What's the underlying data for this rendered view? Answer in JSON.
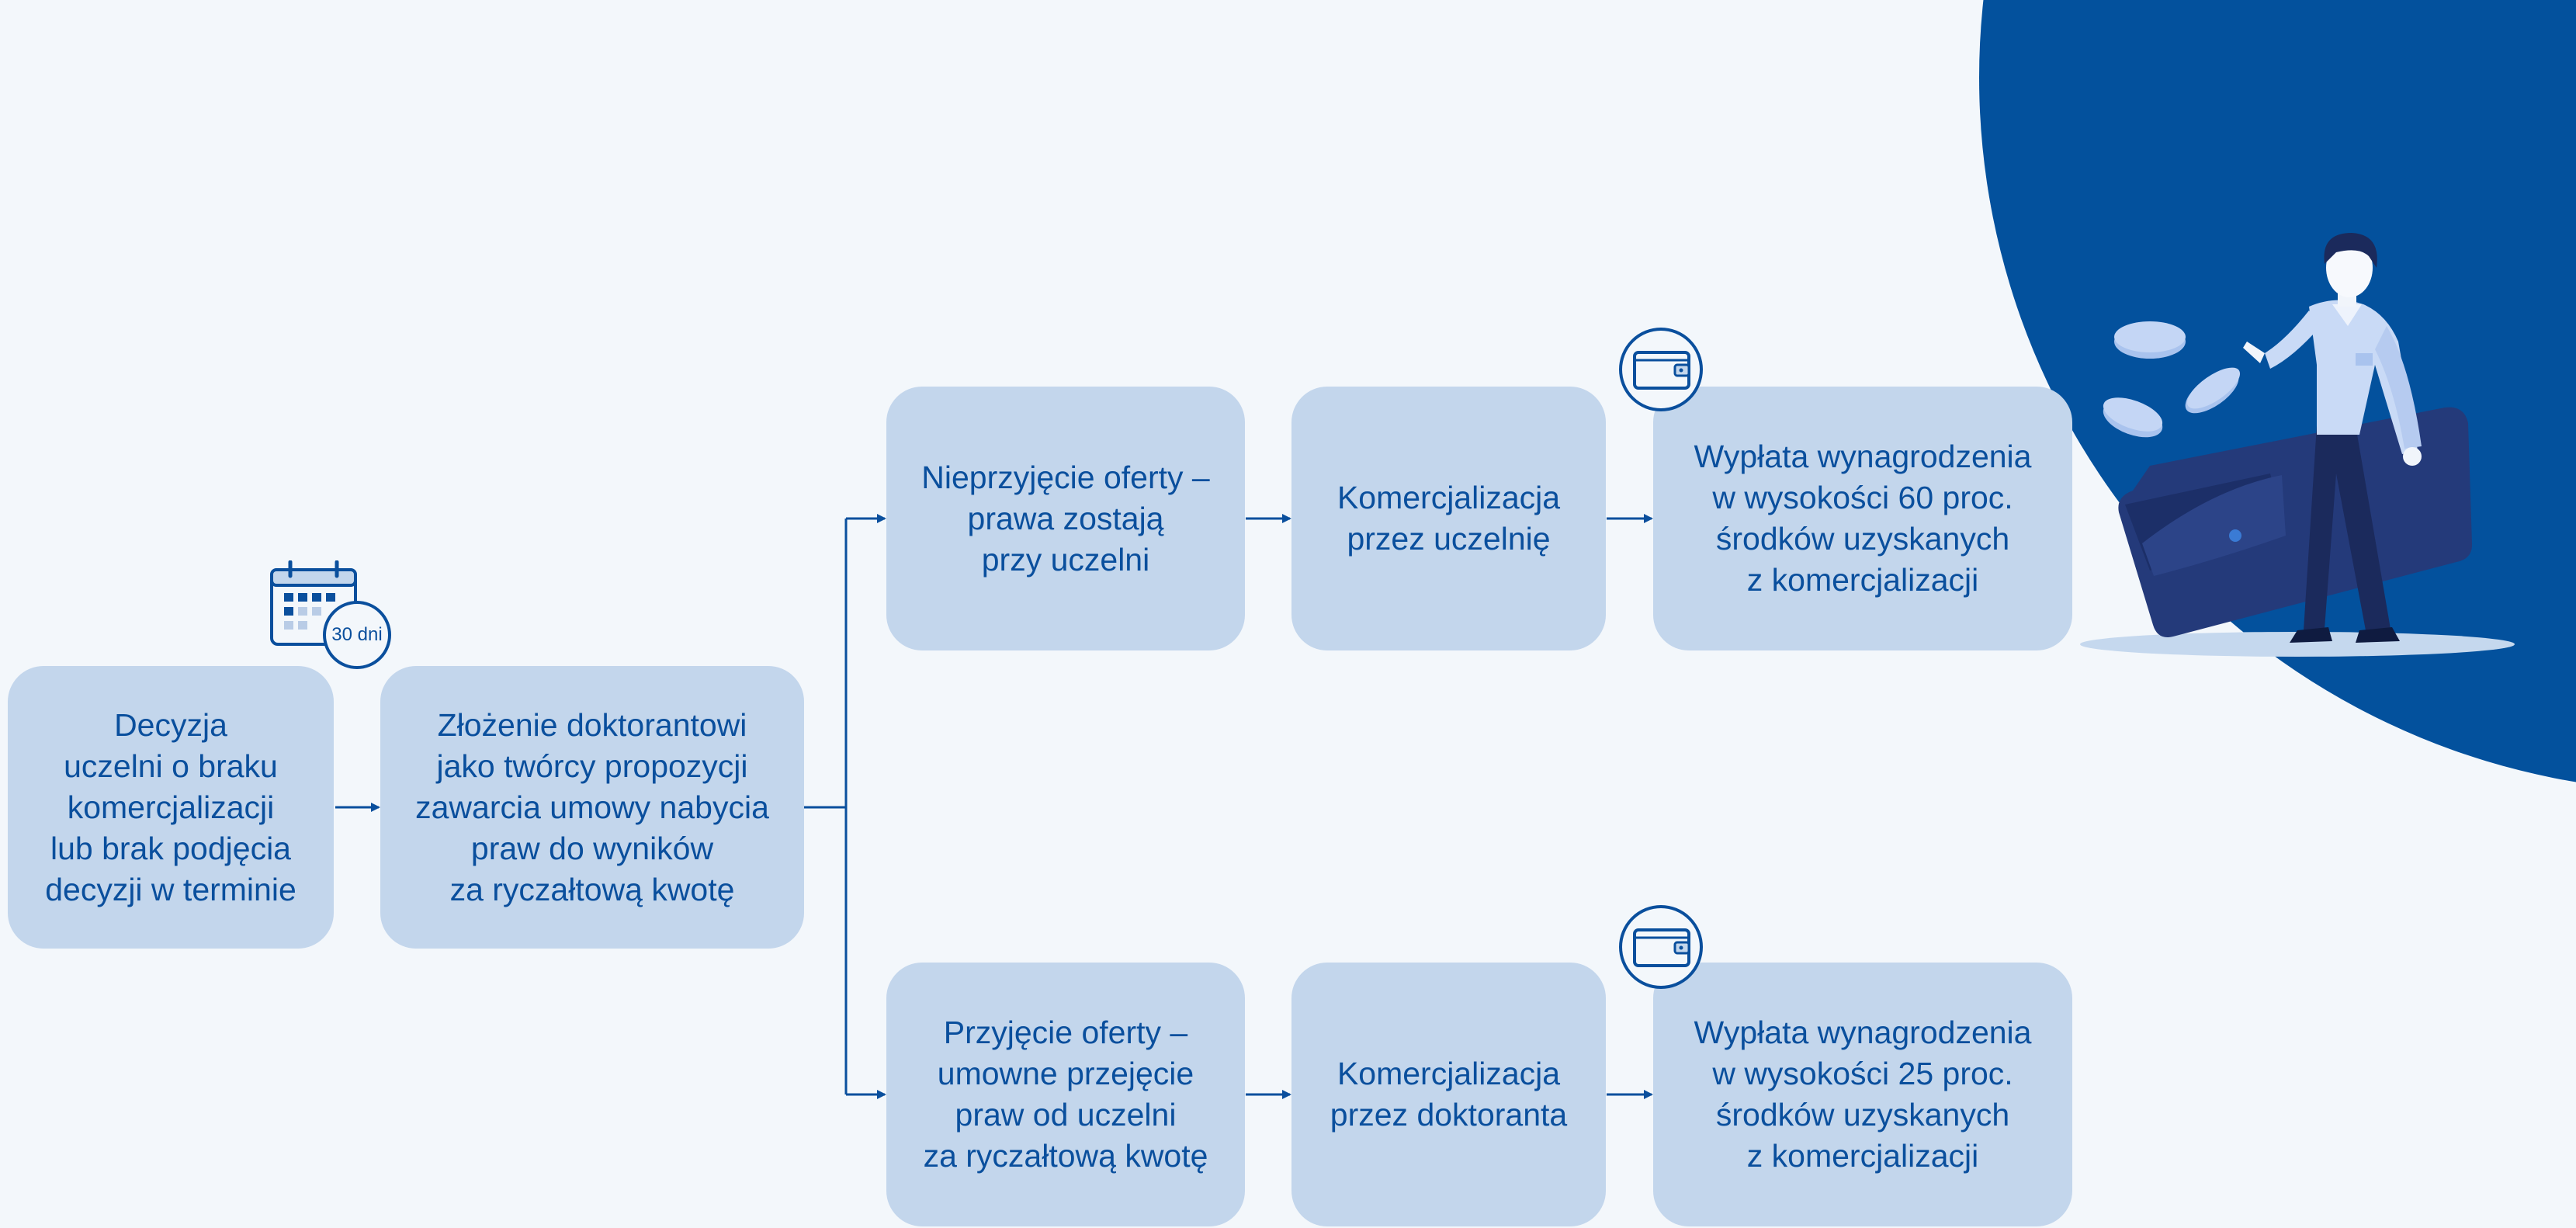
{
  "colors": {
    "background": "#f3f7fb",
    "box_fill": "#c3d6ec",
    "text": "#0a4f9d",
    "connector": "#0a4f9d",
    "accent_circle": "#03519d",
    "wallet_dark": "#243a7a"
  },
  "nodes": {
    "decision": "Decyzja\nuczelni o braku\nkomercjalizacji\nlub brak podjęcia\ndecyzji w terminie",
    "offer": "Złożenie doktorantowi\njako twórcy propozycji\nzawarcia umowy nabycia\npraw do wyników\nza ryczałtową kwotę",
    "reject": "Nieprzyjęcie oferty –\nprawa zostają\nprzy uczelni",
    "commercial_uni": "Komercjalizacja\nprzez uczelnię",
    "payout_60": "Wypłata wynagrodzenia\nw wysokości 60 proc.\nśrodków uzyskanych\nz komercjalizacji",
    "accept": "Przyjęcie oferty –\numowne przejęcie\npraw od uczelni\nza ryczałtową kwotę",
    "commercial_phd": "Komercjalizacja\nprzez doktoranta",
    "payout_25": "Wypłata wynagrodzenia\nw wysokości 25 proc.\nśrodków uzyskanych\nz komercjalizacji"
  },
  "calendar_badge": "30 dni",
  "icons": {
    "calendar": "calendar-icon",
    "wallet": "wallet-icon",
    "illustration": "man-with-wallet-and-coins-illustration"
  }
}
